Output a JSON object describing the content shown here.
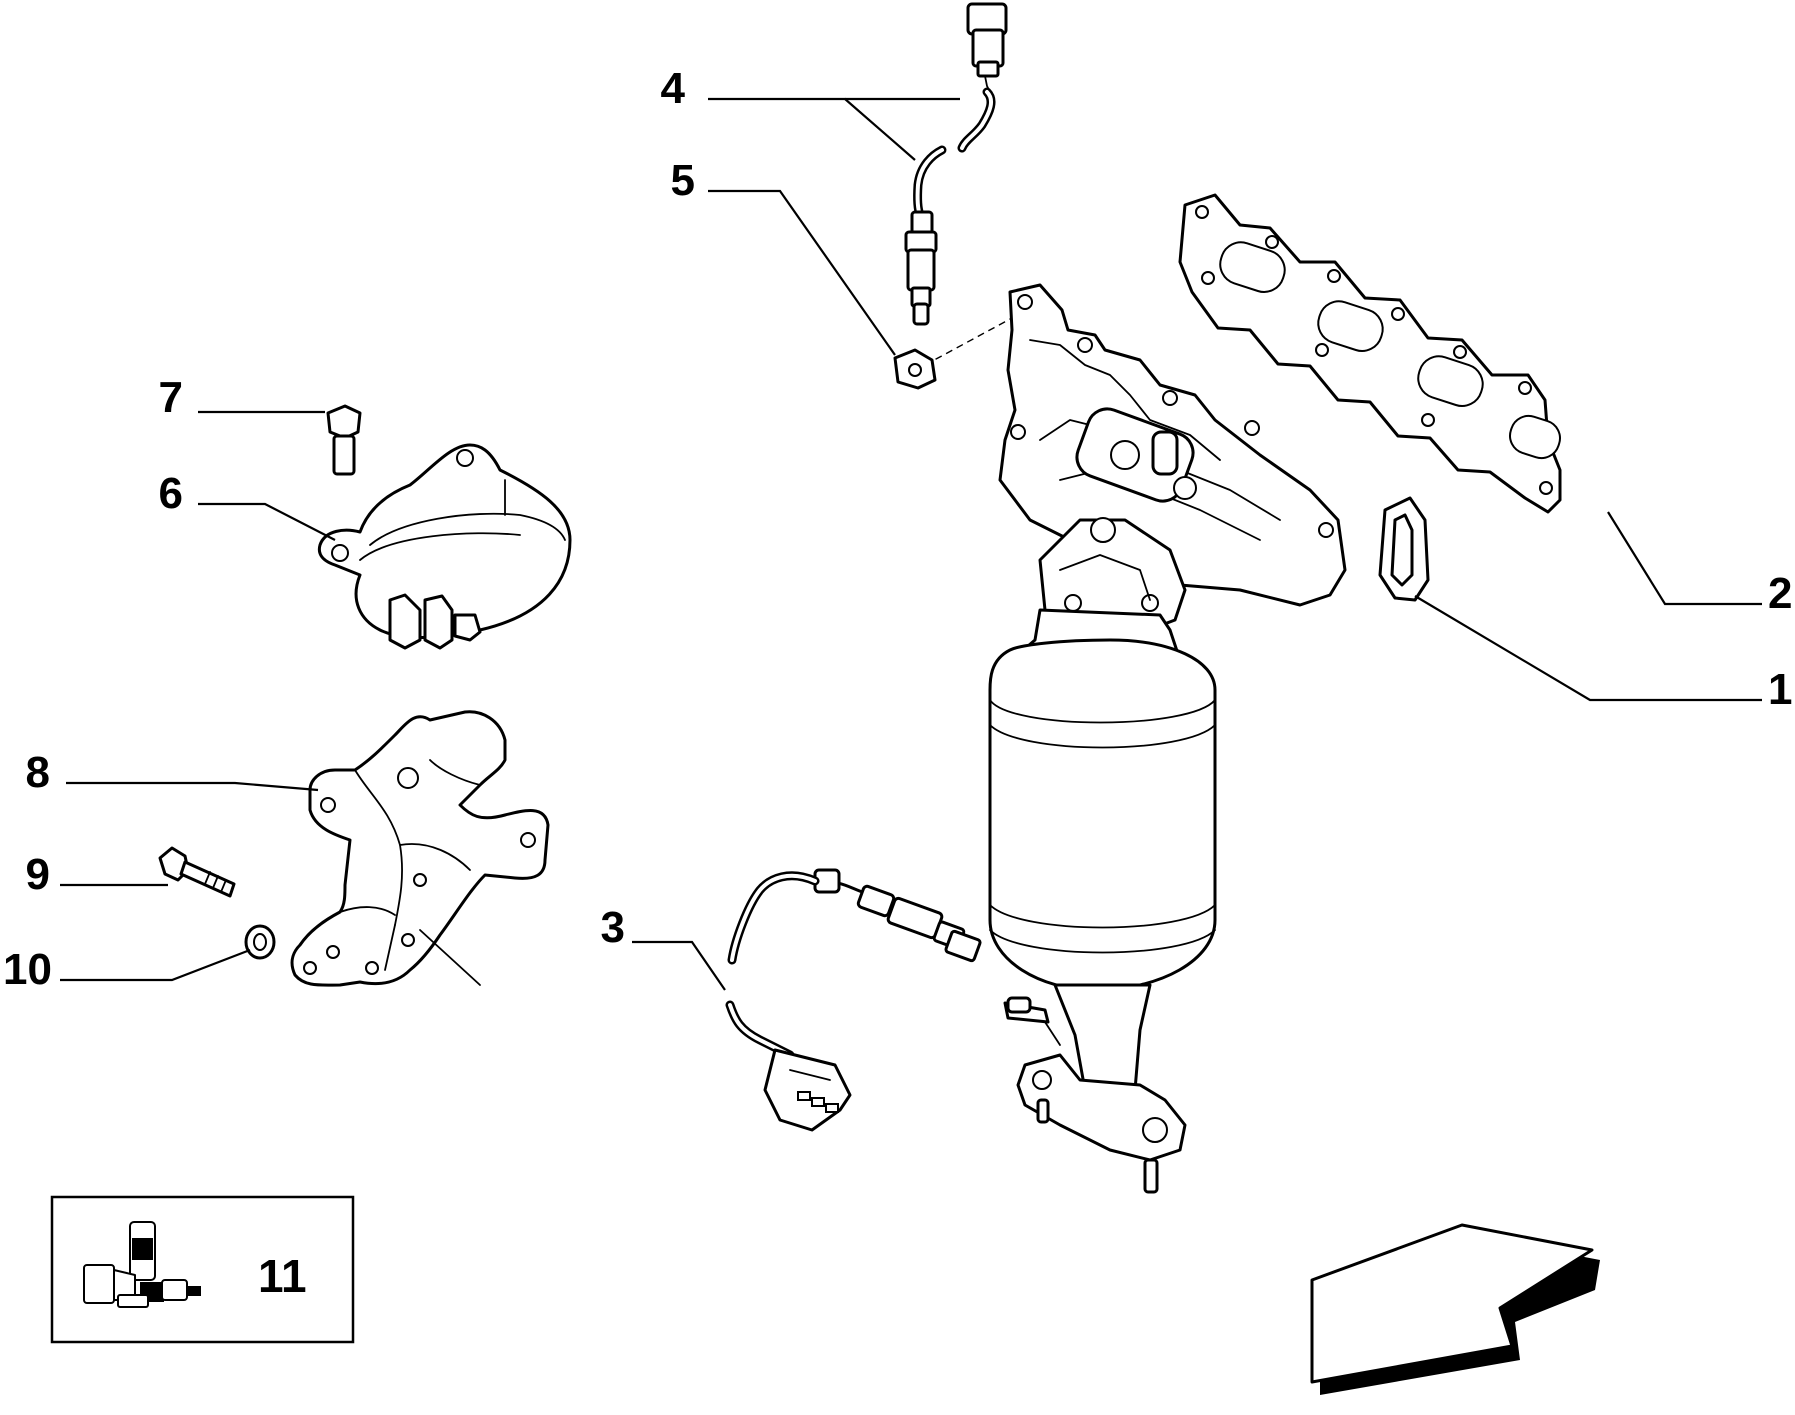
{
  "diagram": {
    "callouts": [
      {
        "id": "1",
        "label": "1"
      },
      {
        "id": "2",
        "label": "2"
      },
      {
        "id": "3",
        "label": "3"
      },
      {
        "id": "4",
        "label": "4"
      },
      {
        "id": "5",
        "label": "5"
      },
      {
        "id": "6",
        "label": "6"
      },
      {
        "id": "7",
        "label": "7"
      },
      {
        "id": "8",
        "label": "8"
      },
      {
        "id": "9",
        "label": "9"
      },
      {
        "id": "10",
        "label": "10"
      },
      {
        "id": "11",
        "label": "11"
      }
    ],
    "kit_box_label": "11"
  }
}
